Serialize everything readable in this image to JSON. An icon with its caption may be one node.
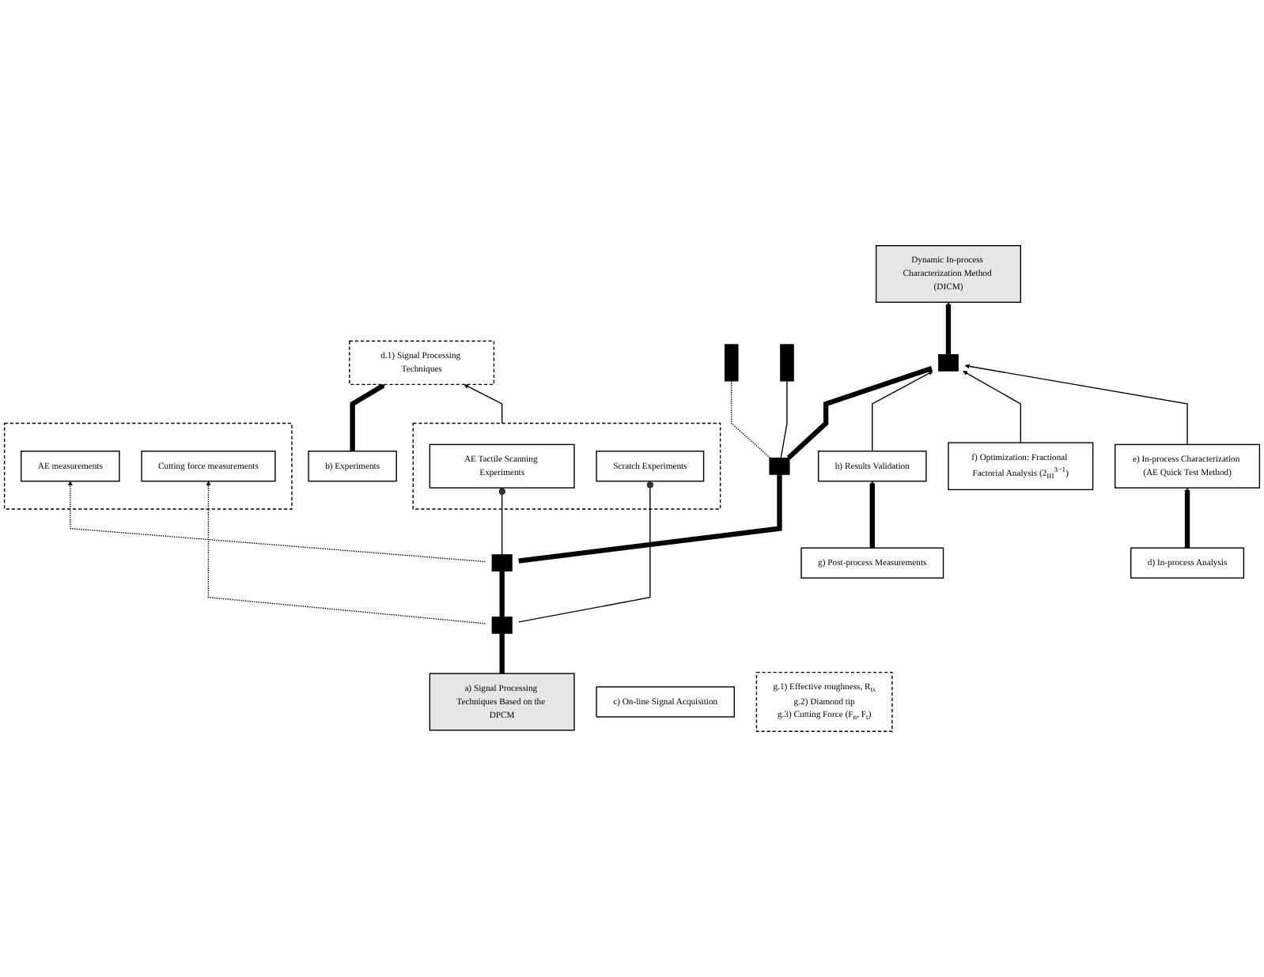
{
  "diagram": {
    "nodes": [
      {
        "text": [
          "Dynamic In-process Characterization Method (DICM)"
        ]
      },
      {
        "text": [
          "h) Results Validation"
        ]
      },
      {
        "text": [],
        "shape": "box"
      },
      {
        "text": [
          "f) Optimization: Fractional Factorial Analysis (2$_{III}$$^{3−1}$)"
        ]
      },
      {
        "text": [
          "e) In-process Characterization (AE Quick Test Method)"
        ]
      },
      {
        "text": [
          "g) Post-process Measurements"
        ]
      },
      {
        "text": [],
        "shape": "box"
      },
      {
        "text": [
          "d) In-process Analysis"
        ]
      },
      {
        "text": [
          "g.1) Effective roughness, R$_{ts}$",
          "g.2) Diamond tip",
          "g.3) Cutting Force (F$_{n}$, F$_{t}$)"
        ]
      },
      {
        "text": [],
        "shape": "bar"
      },
      {
        "text": [],
        "shape": "bar"
      },
      {
        "text": [
          "d.1) Signal Processing Techniques"
        ]
      },
      {
        "text": [
          "c) On-line Signal Acquisition"
        ]
      },
      {
        "text": [],
        "shape": "box"
      },
      {
        "text": [
          "b) Experiments"
        ]
      },
      {
        "text": [],
        "shape": "box"
      },
      {
        "text": [
          "AE measurements"
        ],
        "in": 15
      },
      {
        "text": [],
        "shape": "box"
      },
      {
        "text": [
          "Cutting force measurements"
        ],
        "in": 15
      },
      {
        "text": [],
        "shape": "box"
      },
      {
        "text": [
          "AE Tactile Scanning Experiments"
        ],
        "in": 19
      },
      {
        "text": [
          "Scratch Experiments"
        ],
        "in": 19
      },
      {
        "text": [
          "a) Signal Processing Techniques Based on the DPCM"
        ]
      }
    ],
    "edges": [
      {
        "from": 22,
        "to": 17,
        "arrow": "none",
        "style": "thick"
      },
      {
        "from": 17,
        "to": 13,
        "arrow": "none",
        "style": "thick"
      },
      {
        "from": 13,
        "to": 6,
        "arrow": "none",
        "style": "thick"
      },
      {
        "from": 6,
        "to": 2,
        "arrow": "none",
        "style": "thick"
      },
      {
        "from": 2,
        "to": 0,
        "arrow": "to",
        "style": "thick"
      },
      {
        "from": 1,
        "to": 2,
        "arrow": "to"
      },
      {
        "from": 3,
        "to": 2,
        "arrow": "to"
      },
      {
        "from": 4,
        "to": 2,
        "arrow": "to"
      },
      {
        "from": 5,
        "to": 1,
        "arrow": "to",
        "style": "thick"
      },
      {
        "from": 7,
        "to": 4,
        "arrow": "to",
        "style": "thick"
      },
      {
        "from": 14,
        "to": 11,
        "arrow": "to",
        "style": "thick"
      },
      {
        "from": 6,
        "to": 9,
        "arrow": "none",
        "style": "dashed"
      },
      {
        "from": 6,
        "to": 10,
        "arrow": "none"
      },
      {
        "from": 13,
        "to": 16,
        "arrow": "to",
        "style": "dashed"
      },
      {
        "from": 17,
        "to": 18,
        "arrow": "to",
        "style": "dashed"
      },
      {
        "from": 13,
        "to": 20,
        "arrow": "other"
      },
      {
        "from": 17,
        "to": 21,
        "arrow": "other"
      },
      {
        "from": 19,
        "to": 11,
        "arrow": "to"
      }
    ]
  }
}
